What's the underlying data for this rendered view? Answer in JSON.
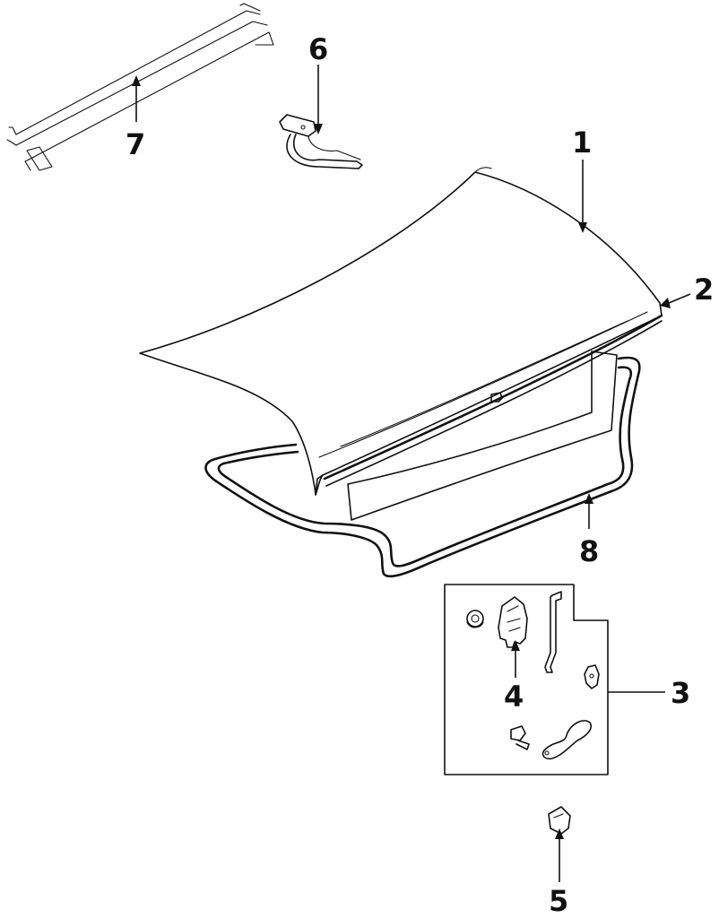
{
  "diagram": {
    "callouts": [
      {
        "id": "1",
        "label": "1"
      },
      {
        "id": "2",
        "label": "2"
      },
      {
        "id": "3",
        "label": "3"
      },
      {
        "id": "4",
        "label": "4"
      },
      {
        "id": "5",
        "label": "5"
      },
      {
        "id": "6",
        "label": "6"
      },
      {
        "id": "7",
        "label": "7"
      },
      {
        "id": "8",
        "label": "8"
      }
    ],
    "parts": [
      {
        "callout": "1",
        "icon": "trunk-lid-icon"
      },
      {
        "callout": "2",
        "icon": "lid-trim-strip-icon"
      },
      {
        "callout": "3",
        "icon": "latch-kit-group-icon"
      },
      {
        "callout": "4",
        "icon": "latch-icon"
      },
      {
        "callout": "5",
        "icon": "lock-cylinder-icon"
      },
      {
        "callout": "6",
        "icon": "hinge-icon"
      },
      {
        "callout": "7",
        "icon": "torsion-bar-icon"
      },
      {
        "callout": "8",
        "icon": "weatherstrip-seal-icon"
      }
    ],
    "colors": {
      "ink": "#111111",
      "paper": "#ffffff"
    }
  }
}
